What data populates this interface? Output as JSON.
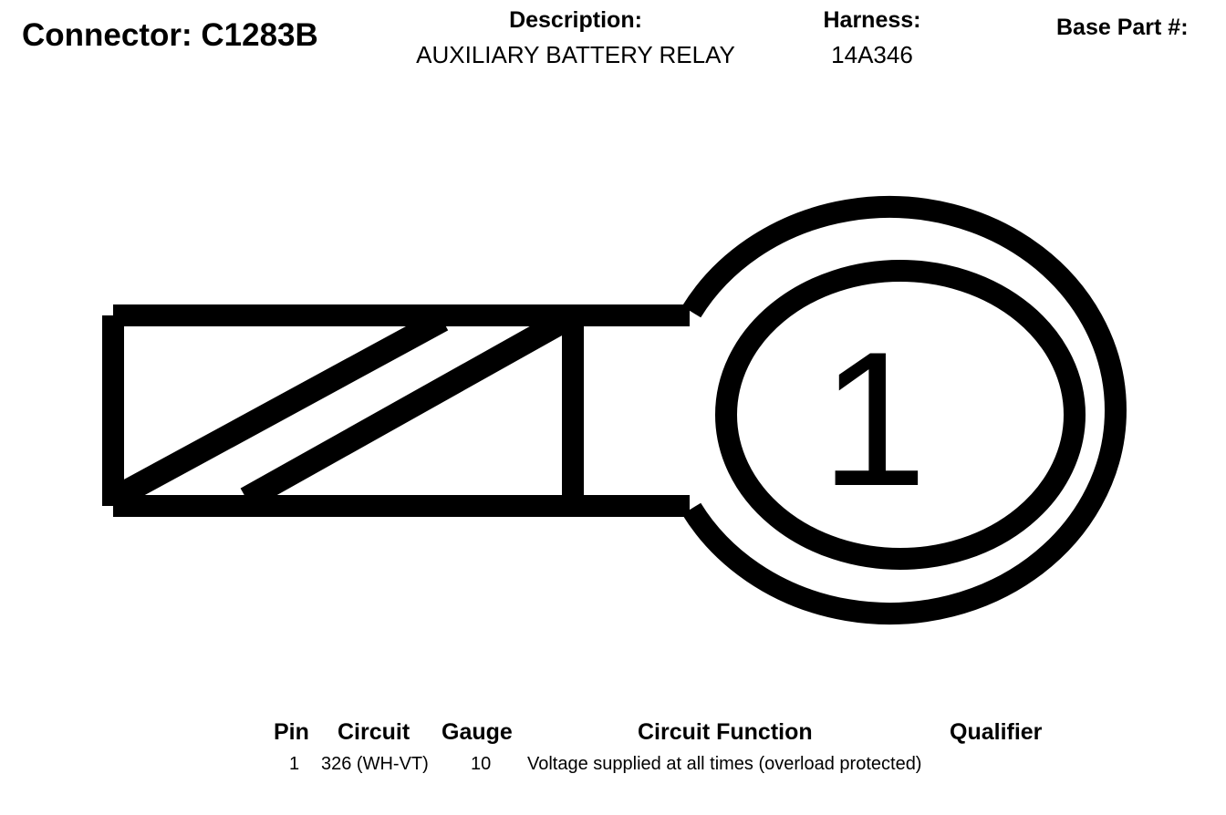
{
  "header": {
    "connector_title": "Connector: C1283B",
    "description_label": "Description:",
    "description_value": "AUXILIARY BATTERY RELAY",
    "harness_label": "Harness:",
    "harness_value": "14A346",
    "base_part_label": "Base Part #:"
  },
  "diagram": {
    "pin_label": "1"
  },
  "table": {
    "columns": [
      "Pin",
      "Circuit",
      "Gauge",
      "Circuit Function",
      "Qualifier"
    ],
    "rows": [
      {
        "pin": "1",
        "circuit": "326 (WH-VT)",
        "gauge": "10",
        "function": "Voltage supplied at all times (overload protected)",
        "qualifier": ""
      }
    ]
  }
}
